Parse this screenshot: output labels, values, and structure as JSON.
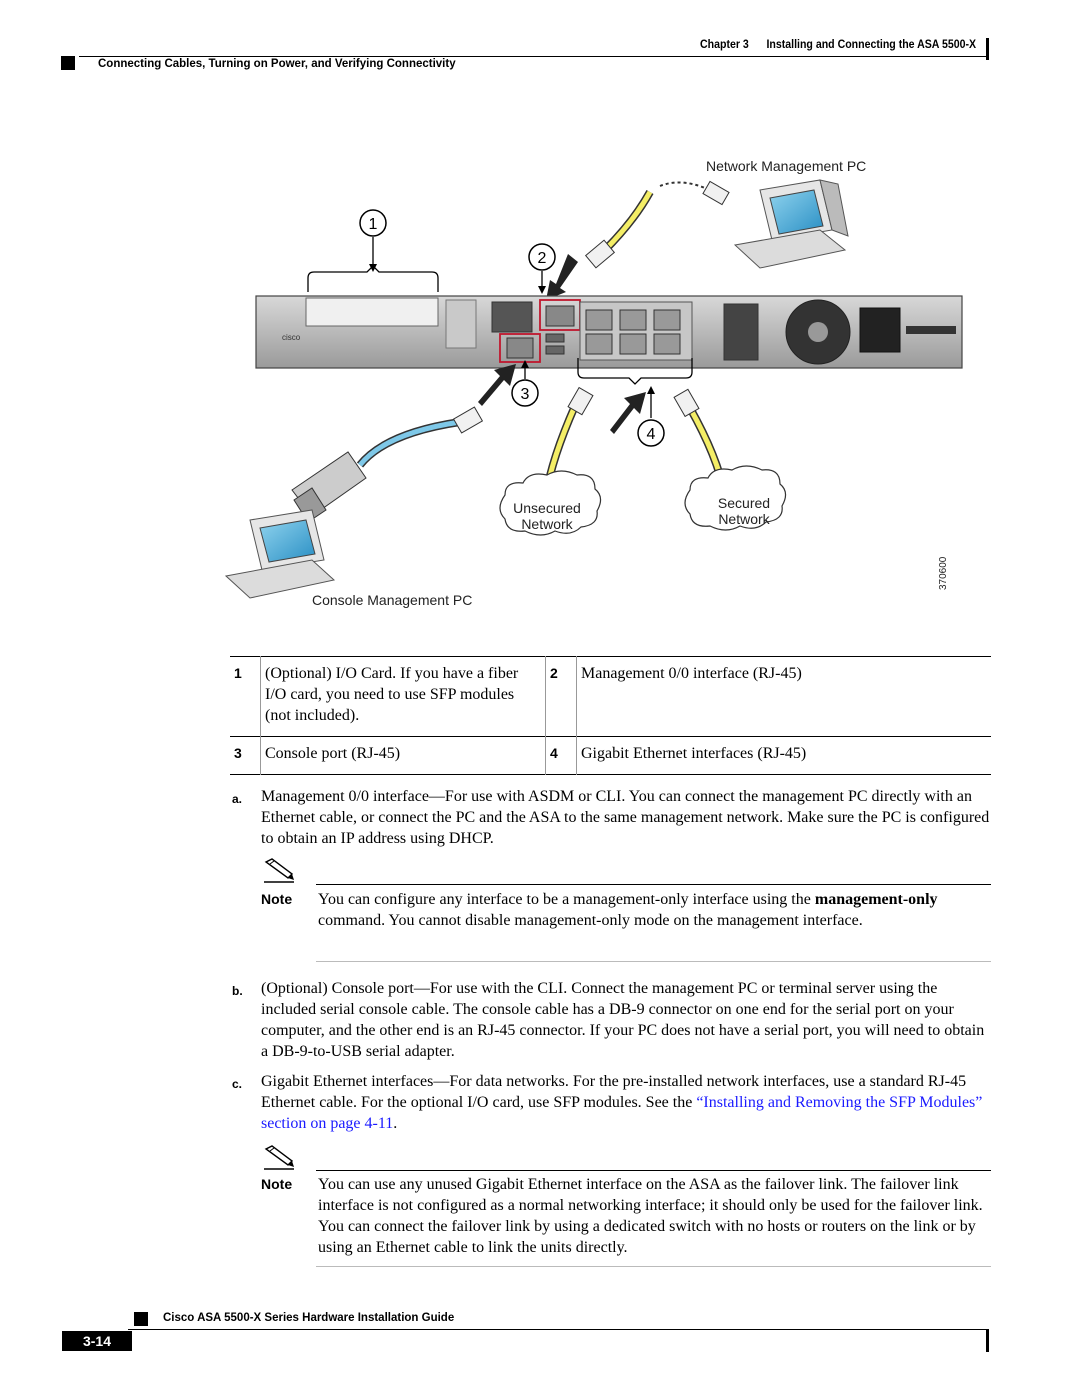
{
  "header": {
    "chapter": "Chapter 3      Installing and Connecting the ASA 5500-X",
    "section": "Connecting Cables, Turning on Power, and Verifying Connectivity"
  },
  "figure": {
    "labels": {
      "network_mgmt_pc": "Network Management PC",
      "console_mgmt_pc": "Console Management PC",
      "unsecured_l1": "Unsecured",
      "unsecured_l2": "Network",
      "secured_l1": "Secured",
      "secured_l2": "Network",
      "fig_id": "370600"
    },
    "callouts": [
      "1",
      "2",
      "3",
      "4"
    ]
  },
  "legend": [
    {
      "num": "1",
      "text": "(Optional) I/O Card. If you have a fiber I/O card, you need to use SFP modules (not included).",
      "num2": "2",
      "text2": "Management 0/0 interface (RJ-45)"
    },
    {
      "num": "3",
      "text": "Console port (RJ-45)",
      "num2": "4",
      "text2": "Gigabit Ethernet interfaces (RJ-45)"
    }
  ],
  "steps": {
    "a_marker": "a.",
    "a_text": "Management 0/0 interface—For use with ASDM or CLI. You can connect the management PC directly with an Ethernet cable, or connect the PC and the ASA to the same management network. Make sure the PC is configured to obtain an IP address using DHCP.",
    "note1_label": "Note",
    "note1_pre": "You can configure any interface to be a management-only interface using the ",
    "note1_bold": "management-only",
    "note1_post": " command. You cannot disable management-only mode on the management interface.",
    "b_marker": "b.",
    "b_text": "(Optional) Console port—For use with the CLI. Connect the management PC or terminal server using the included serial console cable. The console cable has a DB-9 connector on one end for the serial port on your computer, and the other end is an RJ-45 connector. If your PC does not have a serial port, you will need to obtain a DB-9-to-USB serial adapter.",
    "c_marker": "c.",
    "c_pre": "Gigabit Ethernet interfaces—For data networks. For the pre-installed network interfaces, use a standard RJ-45 Ethernet cable. For the optional I/O card, use SFP modules. See the ",
    "c_link": "“Installing and Removing the SFP Modules” section on page 4-11",
    "c_post": ".",
    "note2_label": "Note",
    "note2_text": "You can use any unused Gigabit Ethernet interface on the ASA as the failover link. The failover link interface is not configured as a normal networking interface; it should only be used for the failover link. You can connect the failover link by using a dedicated switch with no hosts or routers on the link or by using an Ethernet cable to link the units directly."
  },
  "footer": {
    "guide": "Cisco ASA 5500-X Series Hardware Installation Guide",
    "page": "3-14"
  }
}
